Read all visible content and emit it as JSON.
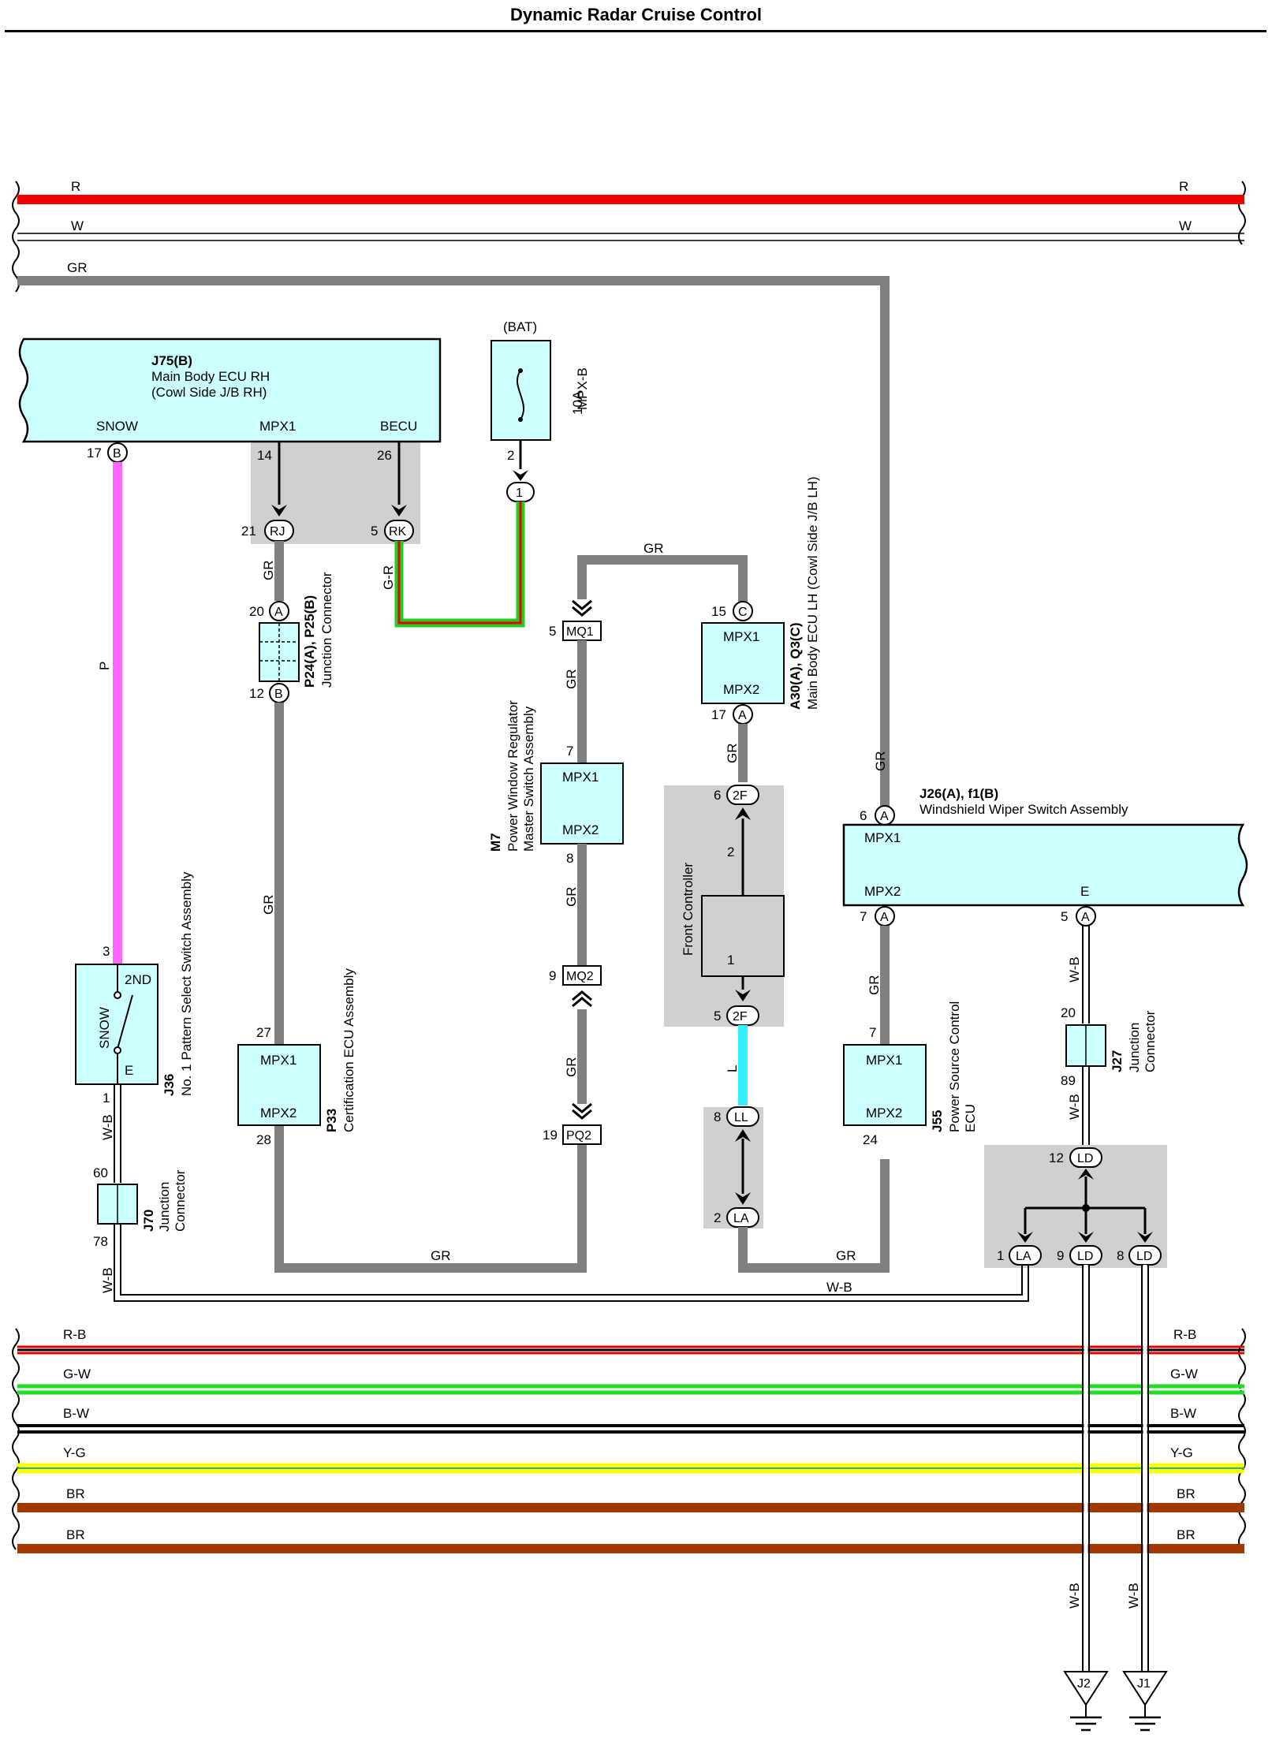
{
  "title": "Dynamic Radar Cruise Control",
  "colors": {
    "R": "#f00000",
    "W": "#ffffff",
    "GR": "#808080",
    "P": "#ff66ff",
    "G-R": "#22cc22",
    "L": "#33eeff",
    "W-B": "#ffffff",
    "R-B": "#e00000",
    "G-W": "#22dd22",
    "B-W": "#000000",
    "Y-G": "#ffff00",
    "BR": "#a03800",
    "ecu_fill": "#ccffff",
    "junction_shade": "#d0d0d0"
  },
  "top_wires": [
    {
      "name": "R"
    },
    {
      "name": "W"
    },
    {
      "name": "GR"
    }
  ],
  "bottom_wires": [
    {
      "name": "R-B"
    },
    {
      "name": "G-W"
    },
    {
      "name": "B-W"
    },
    {
      "name": "Y-G"
    },
    {
      "name": "BR"
    },
    {
      "name": "BR"
    }
  ],
  "components": {
    "j75": {
      "code": "J75(B)",
      "name": "Main Body ECU RH",
      "sub": "(Cowl Side J/B RH)",
      "pins": {
        "snow": "SNOW",
        "mpx1": "MPX1",
        "becu": "BECU"
      },
      "pin_nums": {
        "snow": "17",
        "mpx1": "14",
        "becu": "26"
      },
      "conn": "B"
    },
    "fuse": {
      "label": "(BAT)",
      "rating": "10A",
      "name": "MPX-B",
      "pin": "2",
      "conn": "1"
    },
    "p24": {
      "code": "P24(A), P25(B)",
      "name": "Junction Connector",
      "pin_top": "20",
      "pin_bot": "12",
      "conn_top": "A",
      "conn_bot": "B"
    },
    "a30": {
      "code": "A30(A), Q3(C)",
      "name": "Main Body ECU LH (Cowl Side J/B LH)",
      "mpx1": "MPX1",
      "mpx2": "MPX2",
      "pin_top": "15",
      "pin_bot": "17",
      "conn_top": "C",
      "conn_bot": "A"
    },
    "m7": {
      "code": "M7",
      "name1": "Power Window Regulator",
      "name2": "Master Switch Assembly",
      "mpx1": "MPX1",
      "mpx2": "MPX2",
      "pin_top": "7",
      "pin_bot": "8"
    },
    "front_controller": {
      "name": "Front Controller",
      "pin_top": "2",
      "pin_bot": "1"
    },
    "j26": {
      "code": "J26(A), f1(B)",
      "name": "Windshield Wiper Switch Assembly",
      "mpx1": "MPX1",
      "mpx2": "MPX2",
      "e": "E",
      "pin_mpx1": "6",
      "pin_mpx2": "7",
      "pin_e": "5",
      "conn": "A"
    },
    "j36": {
      "code": "J36",
      "name": "No. 1 Pattern Select Switch Assembly",
      "snow": "SNOW",
      "second": "2ND",
      "e": "E",
      "pin_top": "3",
      "pin_bot": "1"
    },
    "p33": {
      "code": "P33",
      "name": "Certification ECU Assembly",
      "mpx1": "MPX1",
      "mpx2": "MPX2",
      "pin_top": "27",
      "pin_bot": "28"
    },
    "j55": {
      "code": "J55",
      "name1": "Power Source Control",
      "name2": "ECU",
      "mpx1": "MPX1",
      "mpx2": "MPX2",
      "pin_top": "7",
      "pin_bot": "24"
    },
    "j27": {
      "code": "J27",
      "name1": "Junction",
      "name2": "Connector",
      "pin_top": "20",
      "pin_bot": "89"
    },
    "j70": {
      "code": "J70",
      "name1": "Junction",
      "name2": "Connector",
      "pin_top": "60",
      "pin_bot": "78"
    }
  },
  "connectors": {
    "rj": {
      "label": "RJ",
      "pin": "21"
    },
    "rk": {
      "label": "RK",
      "pin": "5"
    },
    "mq1": {
      "label": "MQ1",
      "pin": "5"
    },
    "mq2": {
      "label": "MQ2",
      "pin": "9"
    },
    "pq2": {
      "label": "PQ2",
      "pin": "19"
    },
    "f2_top": {
      "label": "2F",
      "pin": "6"
    },
    "f2_bot": {
      "label": "2F",
      "pin": "5"
    },
    "ll": {
      "label": "LL",
      "pin": "8"
    },
    "la_mid": {
      "label": "LA",
      "pin": "2"
    },
    "ld_top": {
      "label": "LD",
      "pin": "12"
    },
    "la_r": {
      "label": "LA",
      "pin": "1"
    },
    "ld_r1": {
      "label": "LD",
      "pin": "9"
    },
    "ld_r2": {
      "label": "LD",
      "pin": "8"
    }
  },
  "wire_labels": {
    "gr": "GR",
    "p": "P",
    "gr2": "G-R",
    "l": "L",
    "wb": "W-B"
  },
  "grounds": {
    "j2": "J2",
    "j1": "J1"
  }
}
